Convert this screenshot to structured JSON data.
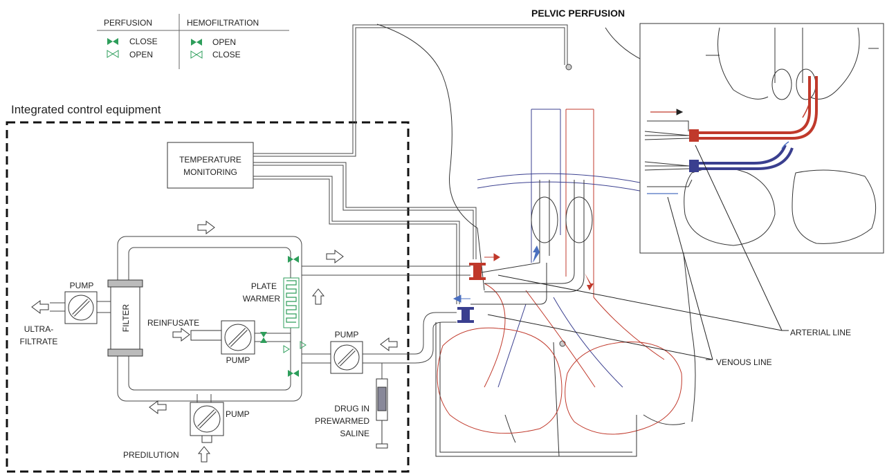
{
  "title": "PELVIC PERFUSION",
  "legend": {
    "col1_header": "PERFUSION",
    "col2_header": "HEMOFILTRATION",
    "col1_rows": [
      "CLOSE",
      "OPEN"
    ],
    "col2_rows": [
      "OPEN",
      "CLOSE"
    ]
  },
  "equipment_box_label": "Integrated control equipment",
  "labels": {
    "temperature_line1": "TEMPERATURE",
    "temperature_line2": "MONITORING",
    "pump": "PUMP",
    "filter": "FILTER",
    "ultrafiltrate_line1": "ULTRA-",
    "ultrafiltrate_line2": "FILTRATE",
    "reinfusate": "REINFUSATE",
    "plate_line1": "PLATE",
    "plate_line2": "WARMER",
    "drug_line1": "DRUG IN",
    "drug_line2": "PREWARMED",
    "drug_line3": "SALINE",
    "predilution": "PREDILUTION",
    "arterial_line": "ARTERIAL LINE",
    "venous_line": "VENOUS LINE"
  },
  "colors": {
    "arterial": "#c0392b",
    "venous": "#3a3f8f",
    "valve": "#2e9e5b",
    "blue_arrow": "#4a6fc0"
  }
}
